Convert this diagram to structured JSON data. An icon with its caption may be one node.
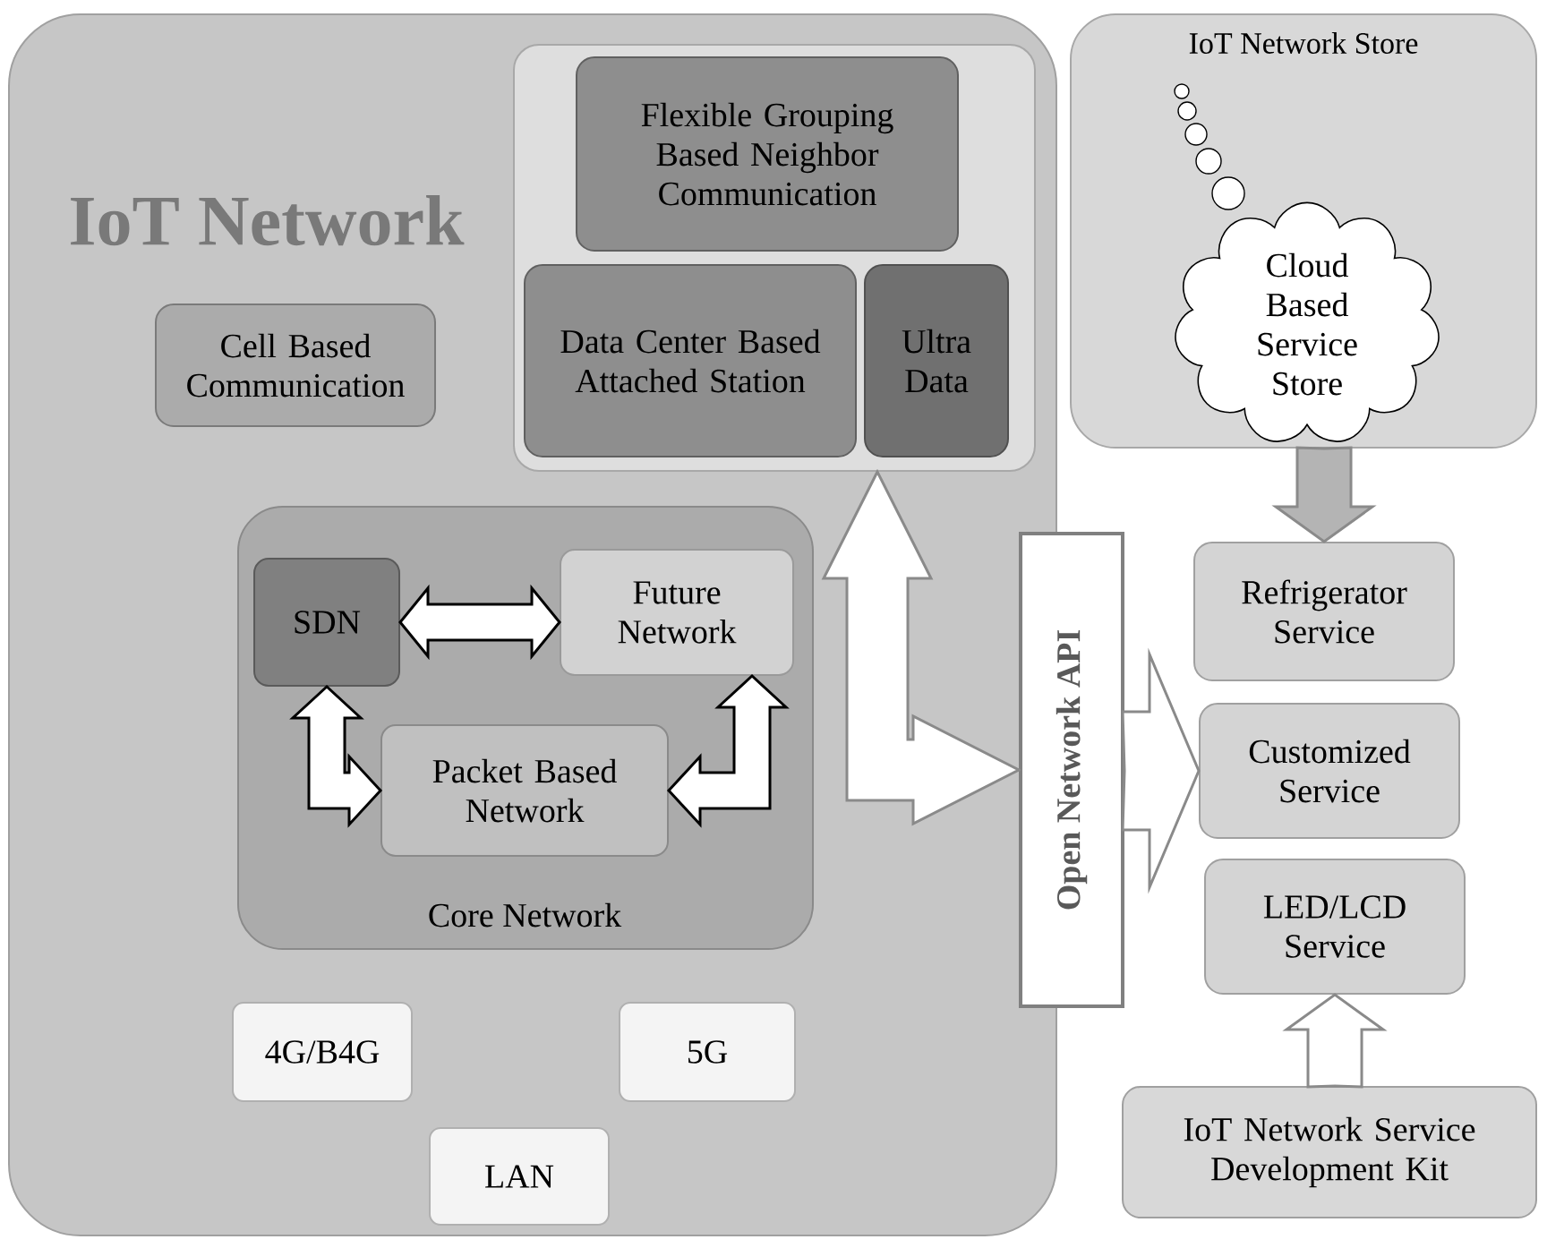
{
  "diagram": {
    "nodes": [
      {
        "text": [
          "IoT Network"
        ]
      },
      {
        "text": [],
        "shape": "box",
        "in": 0
      },
      {
        "text": [
          "Flexible Grouping Based Neighbor Communication"
        ],
        "in": 1
      },
      {
        "text": [
          "Data Center Based Attached Station"
        ],
        "in": 1
      },
      {
        "text": [
          "Ultra Data"
        ],
        "in": 1
      },
      {
        "text": [
          "Cell Based Communication"
        ],
        "in": 0
      },
      {
        "text": [
          "Core Network"
        ],
        "in": 0
      },
      {
        "text": [
          "SDN"
        ],
        "in": 6
      },
      {
        "text": [
          "Future Network"
        ],
        "in": 6
      },
      {
        "text": [
          "Packet Based Network"
        ],
        "in": 6
      },
      {
        "text": [
          "4G/B4G"
        ],
        "in": 0
      },
      {
        "text": [
          "5G"
        ],
        "in": 0
      },
      {
        "text": [
          "LAN"
        ],
        "in": 0
      },
      {
        "text": [
          "IoT Network Store"
        ]
      },
      {
        "text": [
          "Cloud Based Service Store"
        ],
        "in": 13
      },
      {
        "text": [
          "Open Network API"
        ]
      },
      {
        "text": [
          "Refrigerator Service"
        ]
      },
      {
        "text": [
          "Customized Service"
        ]
      },
      {
        "text": [
          "LED/LCD Service"
        ]
      },
      {
        "text": [
          "IoT Network Service Development Kit"
        ]
      }
    ],
    "edges": [
      {
        "from": 7,
        "to": 8,
        "arrow": "both"
      },
      {
        "from": 7,
        "to": 9,
        "arrow": "both"
      },
      {
        "from": 9,
        "to": 8,
        "arrow": "both"
      },
      {
        "from": 1,
        "to": 15,
        "arrow": "both"
      },
      {
        "from": 15,
        "to": 17,
        "arrow": "to",
        "style": "thick"
      },
      {
        "from": 13,
        "to": 16,
        "arrow": "to",
        "color": "#b4b4b4"
      },
      {
        "from": 19,
        "to": 18,
        "arrow": "to"
      }
    ]
  }
}
